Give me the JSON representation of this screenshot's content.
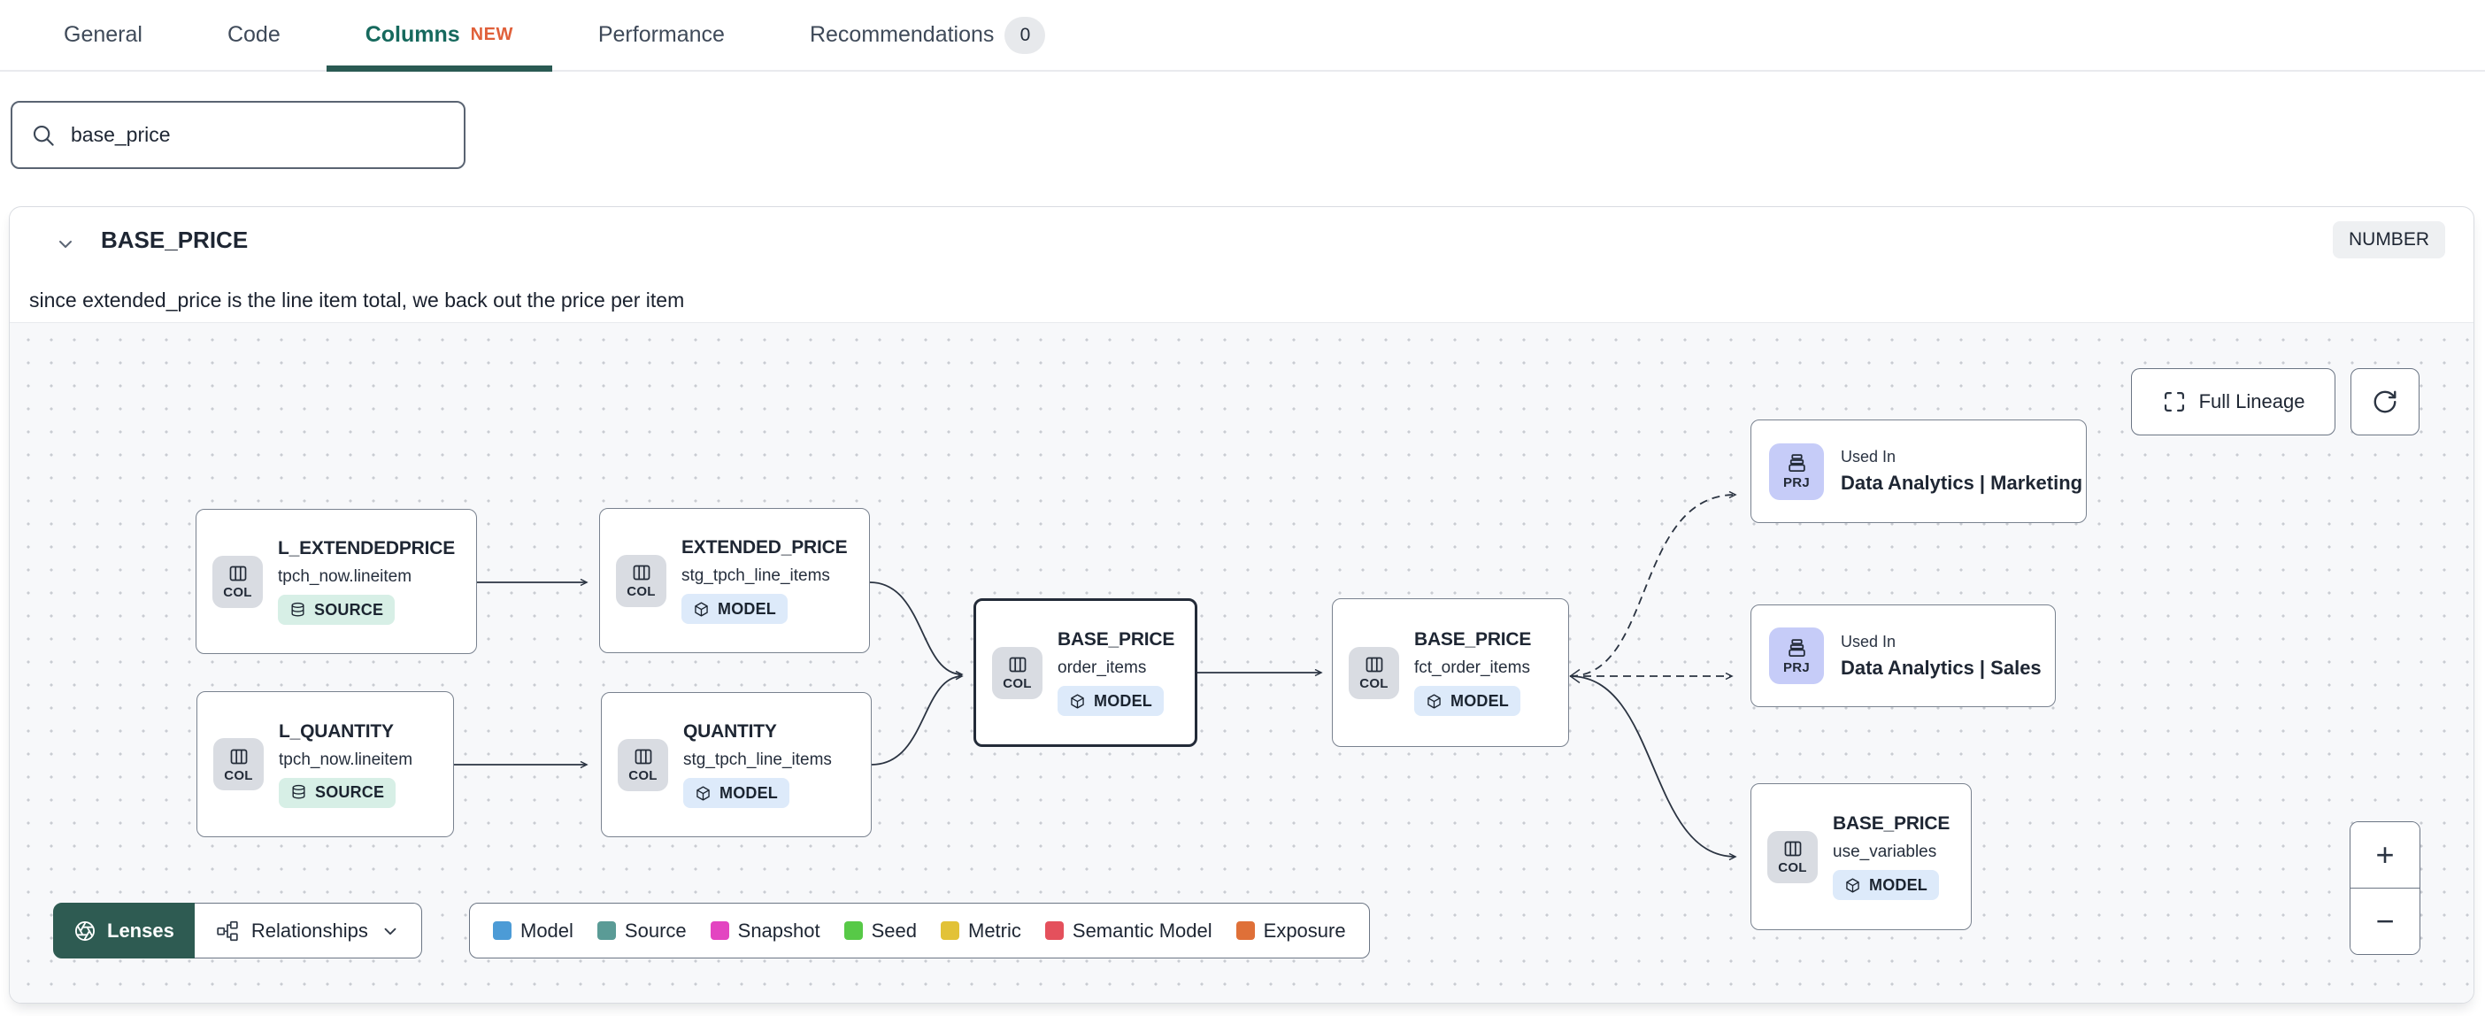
{
  "tabs": {
    "items": [
      {
        "label": "General"
      },
      {
        "label": "Code"
      },
      {
        "label": "Columns",
        "badge": "NEW"
      },
      {
        "label": "Performance"
      },
      {
        "label": "Recommendations",
        "badge": "0"
      }
    ]
  },
  "search": {
    "value": "base_price"
  },
  "column": {
    "name": "BASE_PRICE",
    "type": "NUMBER",
    "description": "since extended_price is the line item total, we back out the price per item"
  },
  "lineage": {
    "controls": {
      "full_lineage": "Full Lineage",
      "lenses": "Lenses",
      "relationships": "Relationships",
      "zoom_in": "+",
      "zoom_out": "−"
    },
    "nodes": [
      {
        "badge": "COL",
        "title": "L_EXTENDEDPRICE",
        "subtitle": "tpch_now.lineitem",
        "resource": "SOURCE"
      },
      {
        "badge": "COL",
        "title": "L_QUANTITY",
        "subtitle": "tpch_now.lineitem",
        "resource": "SOURCE"
      },
      {
        "badge": "COL",
        "title": "EXTENDED_PRICE",
        "subtitle": "stg_tpch_line_items",
        "resource": "MODEL"
      },
      {
        "badge": "COL",
        "title": "QUANTITY",
        "subtitle": "stg_tpch_line_items",
        "resource": "MODEL"
      },
      {
        "badge": "COL",
        "title": "BASE_PRICE",
        "subtitle": "order_items",
        "resource": "MODEL"
      },
      {
        "badge": "COL",
        "title": "BASE_PRICE",
        "subtitle": "fct_order_items",
        "resource": "MODEL"
      },
      {
        "badge": "PRJ",
        "label": "Used In",
        "title": "Data Analytics | Marketing"
      },
      {
        "badge": "PRJ",
        "label": "Used In",
        "title": "Data Analytics | Sales"
      },
      {
        "badge": "COL",
        "title": "BASE_PRICE",
        "subtitle": "use_variables",
        "resource": "MODEL"
      }
    ],
    "legend": [
      {
        "label": "Model",
        "color": "#4c9bd6"
      },
      {
        "label": "Source",
        "color": "#5a9b96"
      },
      {
        "label": "Snapshot",
        "color": "#e345c1"
      },
      {
        "label": "Seed",
        "color": "#57c947"
      },
      {
        "label": "Metric",
        "color": "#e2c237"
      },
      {
        "label": "Semantic Model",
        "color": "#e4505c"
      },
      {
        "label": "Exposure",
        "color": "#df7038"
      }
    ]
  },
  "colors": {
    "active_tab": "#16695d",
    "tab_underline": "#2a5a53",
    "new_badge": "#e0603a",
    "lenses_bg": "#2e5b52",
    "source_pill_bg": "#d7efe6",
    "model_pill_bg": "#ddeafa",
    "col_badge_bg": "#d9dce2",
    "prj_badge_bg": "#c6ccf8",
    "selected_node_border": "#232b38",
    "canvas_bg": "#f7f8fa"
  }
}
